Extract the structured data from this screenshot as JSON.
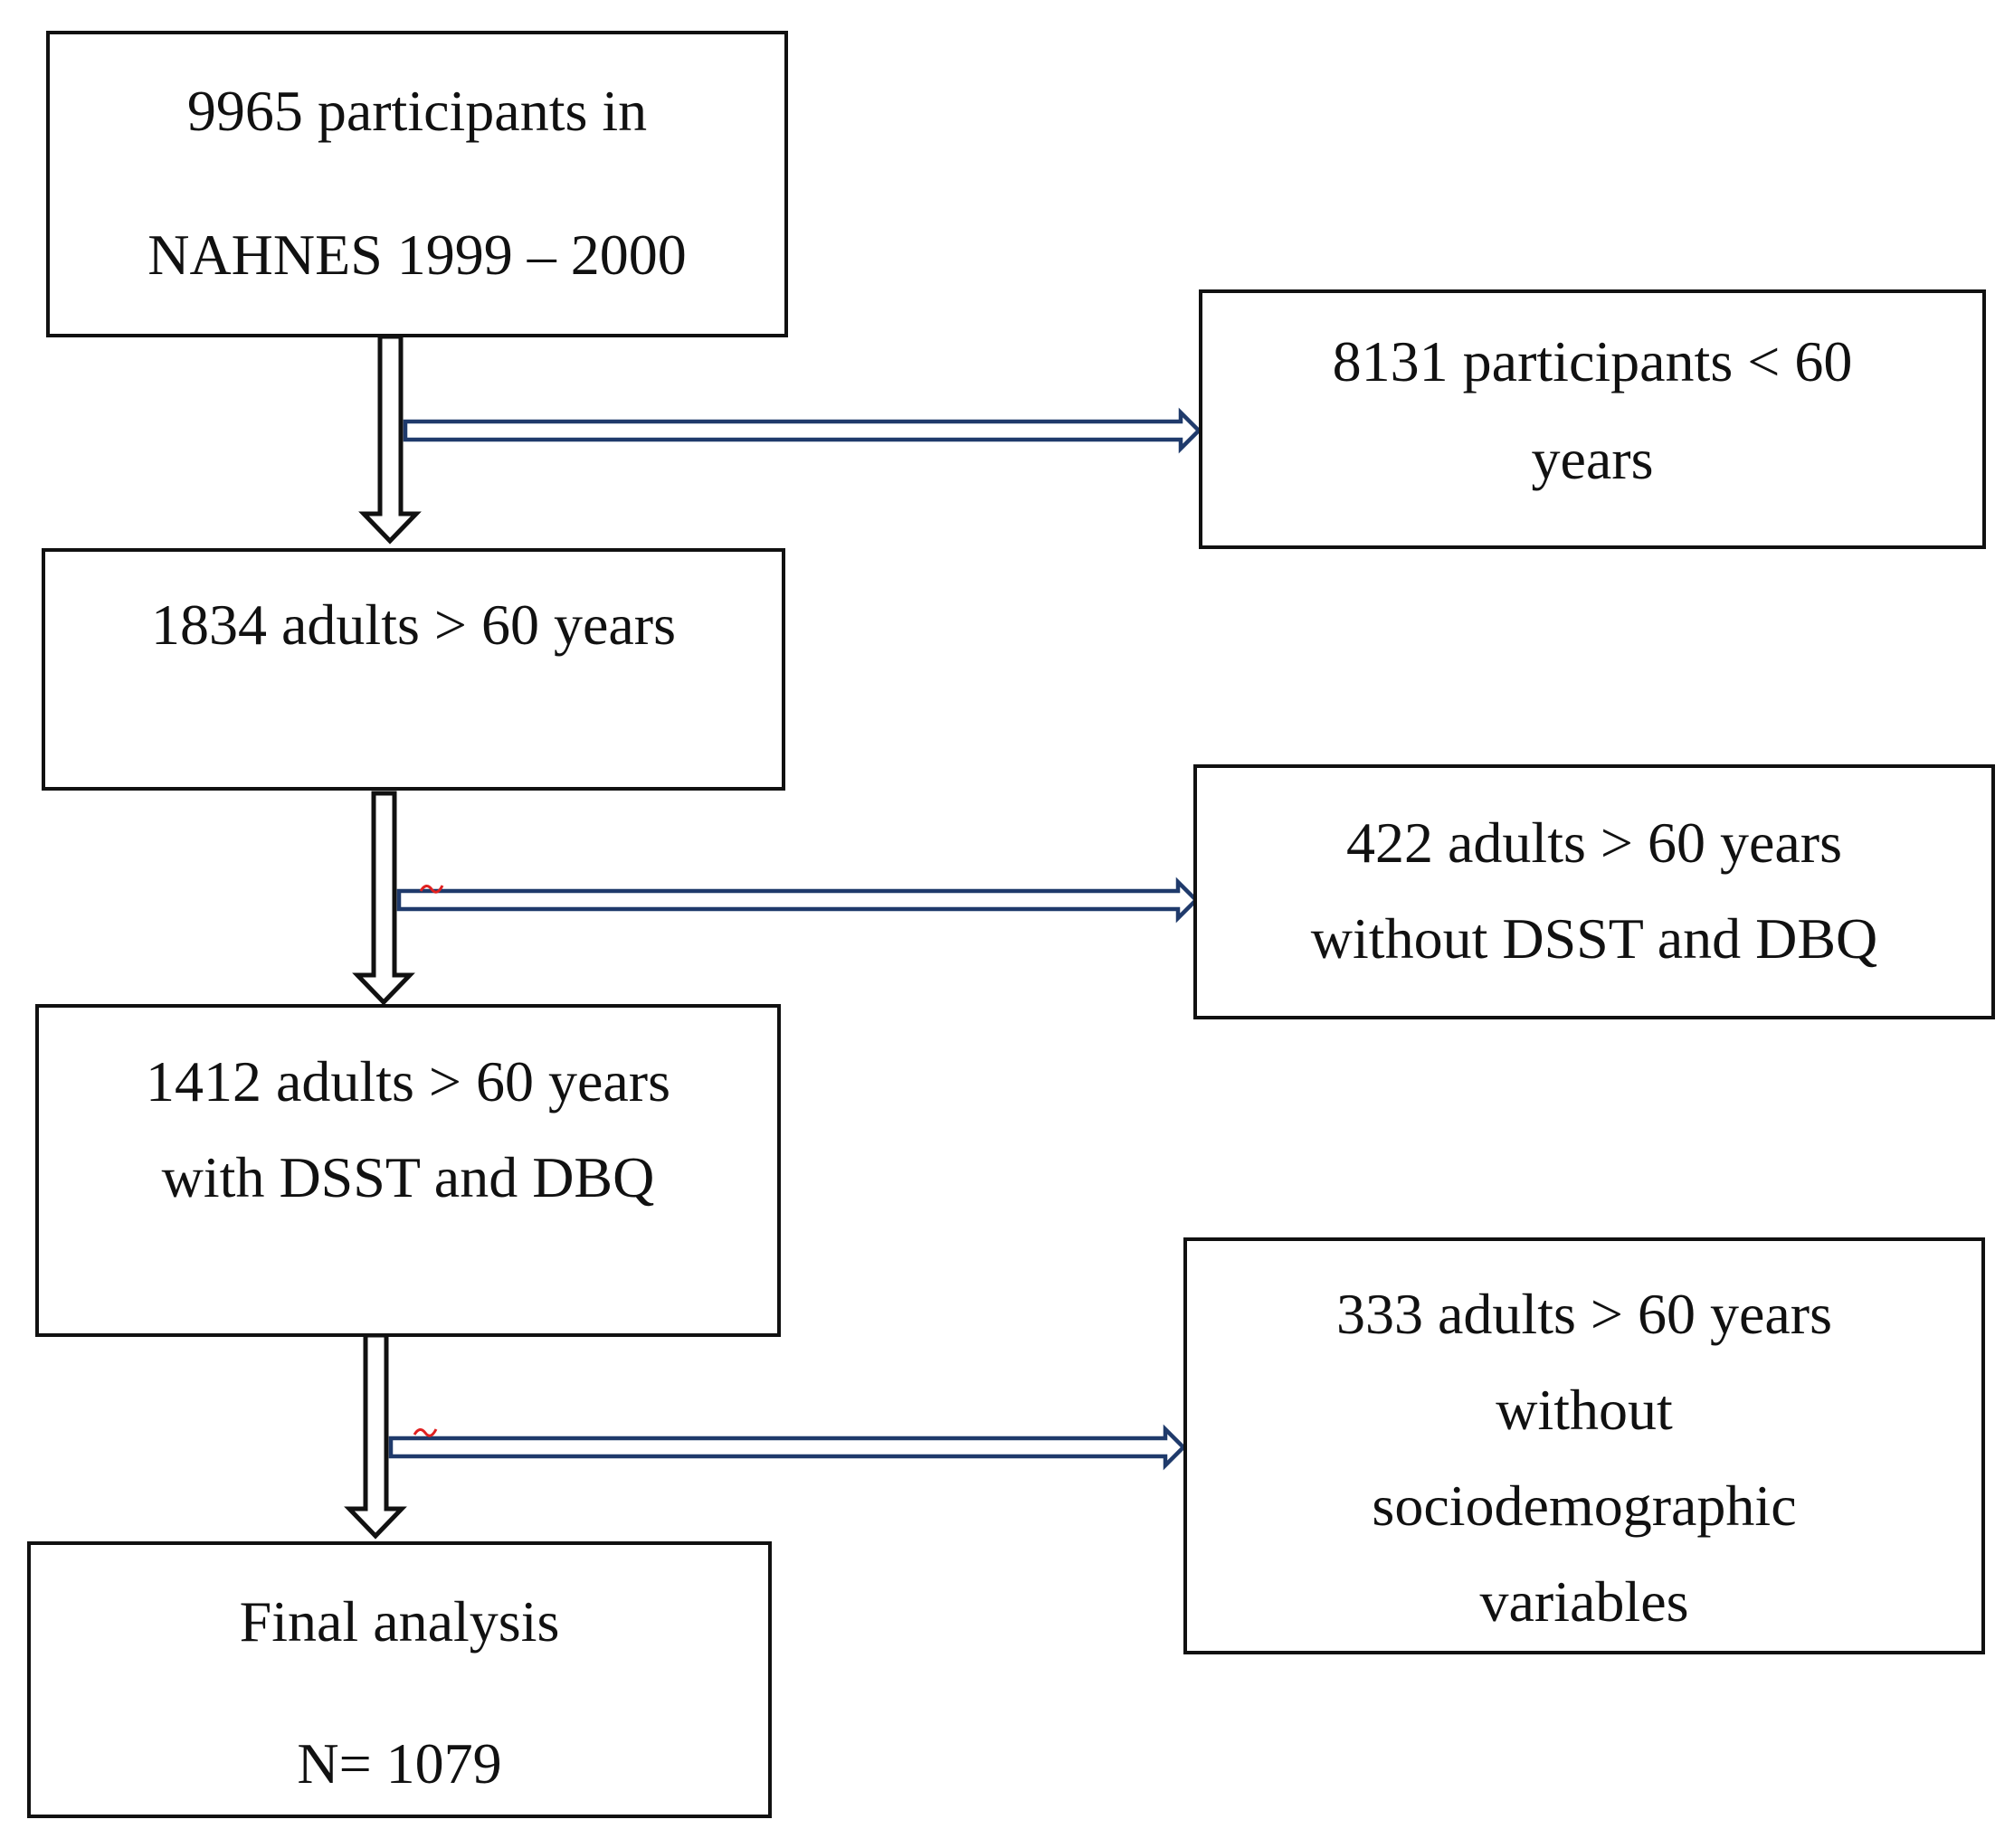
{
  "colors": {
    "box_border": "#111111",
    "down_arrow": "#111111",
    "side_arrow": "#1f3a6b",
    "mark": "#e02020"
  },
  "boxes": {
    "participants": {
      "line1": "9965 participants in",
      "line2": "NAHNES 1999 – 2000"
    },
    "under60": {
      "line1": "8131 participants < 60",
      "line2": "years"
    },
    "adults1834": {
      "line1": "1834 adults > 60 years"
    },
    "without_dsst": {
      "line1": "422 adults > 60 years",
      "line2": "without DSST and DBQ"
    },
    "with_dsst": {
      "line1": "1412 adults > 60 years",
      "line2": "with DSST and DBQ"
    },
    "without_socio": {
      "line1": "333 adults > 60 years",
      "line2": "without",
      "line3": "sociodemographic",
      "line4": "variables"
    },
    "final": {
      "line1": "Final analysis",
      "line2": "N= 1079"
    }
  }
}
